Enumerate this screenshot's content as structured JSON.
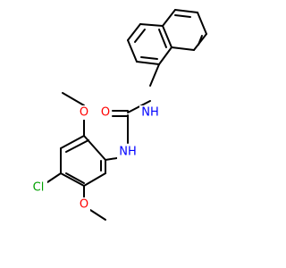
{
  "colors": {
    "background": "#ffffff",
    "bond": "#000000",
    "oxygen": "#ff0000",
    "nitrogen": "#0000ff",
    "chlorine": "#00a000"
  },
  "labels": {
    "carbonyl_oxygen": "O",
    "amide_nitrogen_upper": "NH",
    "amide_nitrogen_lower": "NH",
    "methoxy_oxygen_top": "O",
    "methoxy_oxygen_bottom": "O",
    "chlorine": "Cl"
  }
}
